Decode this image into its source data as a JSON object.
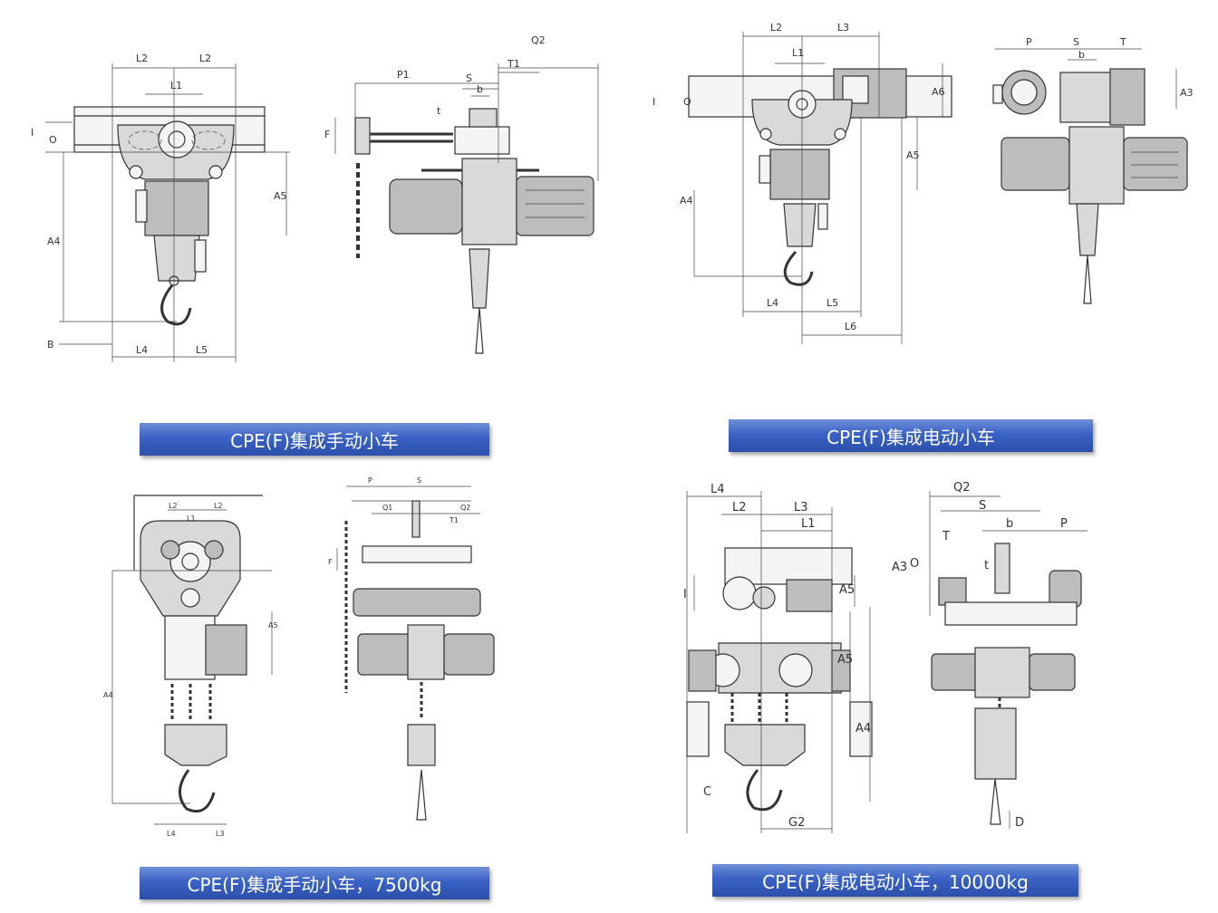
{
  "panels": [
    {
      "caption": "CPE(F)集成手动小车",
      "labels": [
        "L2",
        "L2",
        "L1",
        "I",
        "O",
        "A4",
        "A5",
        "B",
        "L4",
        "L5",
        "P1",
        "S",
        "b",
        "T1",
        "Q2",
        "F",
        "t"
      ]
    },
    {
      "caption": "CPE(F)集成电动小车",
      "labels": [
        "L2",
        "L3",
        "L1",
        "O",
        "I",
        "A4",
        "A5",
        "A6",
        "L4",
        "L5",
        "L6",
        "P",
        "S",
        "b",
        "T",
        "A3"
      ]
    },
    {
      "caption": "CPE(F)集成手动小车，7500kg",
      "labels": [
        "L2",
        "L1",
        "L2",
        "A4",
        "A5",
        "L4",
        "L3",
        "P",
        "S",
        "Q1",
        "Q2",
        "T1",
        "F"
      ]
    },
    {
      "caption": "CPE(F)集成电动小车，10000kg",
      "labels": [
        "L4",
        "L2",
        "L3",
        "L1",
        "I",
        "A5",
        "A5",
        "A4",
        "C",
        "G2",
        "Q2",
        "S",
        "T",
        "b",
        "P",
        "A3",
        "O",
        "t",
        "D"
      ]
    }
  ]
}
